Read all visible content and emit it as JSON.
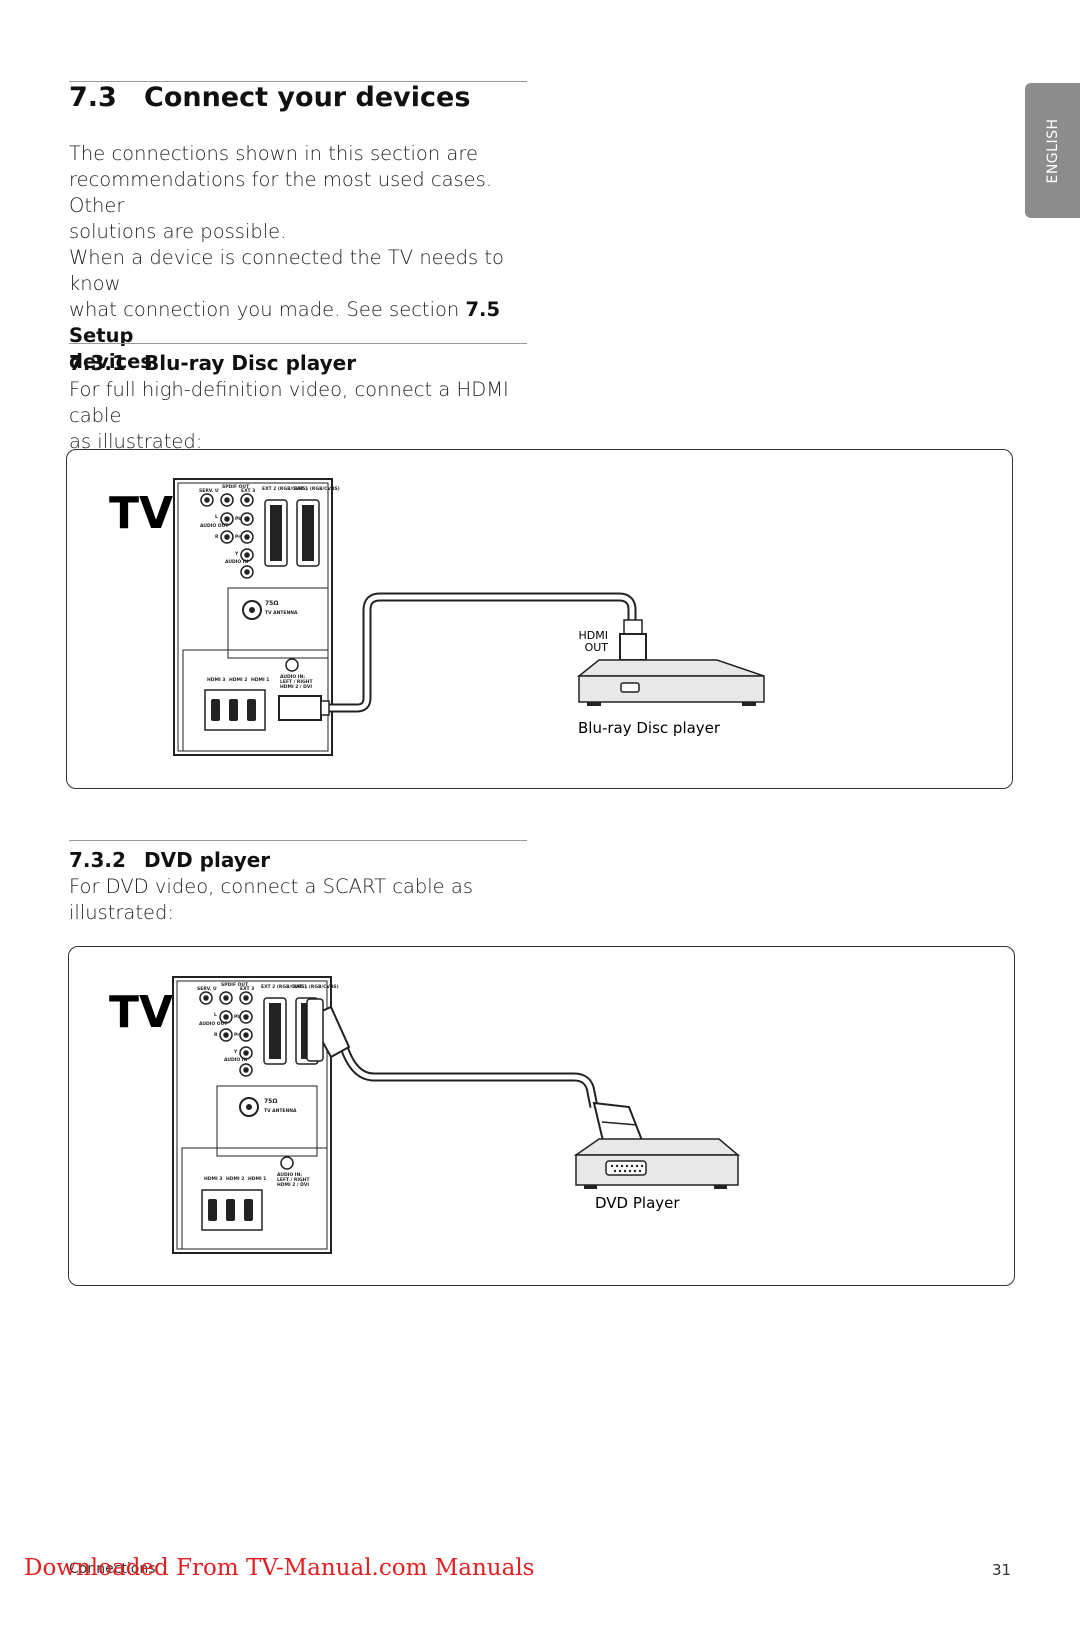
{
  "section": {
    "number": "7.3",
    "title": "Connect your devices"
  },
  "intro": {
    "lines": [
      "The connections shown in this section are",
      "recommendations for the most used cases. Other",
      "solutions are possible."
    ],
    "line4": "When a device is connected the TV needs to know",
    "line5_prefix": "what connection you made. See section ",
    "line5_bold": "7.5 Setup",
    "line6_bold": "devices."
  },
  "subsections": [
    {
      "number": "7.3.1",
      "title": "Blu-ray Disc player",
      "lines": [
        "For full high-definition video, connect a HDMI cable",
        "as illustrated:"
      ],
      "figure": {
        "tv_label": "TV",
        "port_label": "HDMI OUT",
        "port_line1": "HDMI",
        "port_line2": "OUT",
        "device_label": "Blu-ray Disc player"
      }
    },
    {
      "number": "7.3.2",
      "title": "DVD player",
      "lines": [
        "For DVD video, connect a SCART cable as",
        "illustrated:"
      ],
      "figure": {
        "tv_label": "TV",
        "device_label": "DVD Player"
      }
    }
  ],
  "tv_panel": {
    "labels": [
      "SERV. U",
      "SPDIF OUT",
      "EXT 3",
      "EXT 2 (RGB/CVBS)",
      "EXT 1 (RGB/CVBS)",
      "L",
      "AUDIO OUT",
      "R",
      "Pb",
      "Pr",
      "Y",
      "AUDIO IN",
      "75Ω",
      "TV ANTENNA",
      "AUDIO IN:",
      "LEFT / RIGHT",
      "HDMI 2 / DVI",
      "HDMI 3",
      "HDMI 2",
      "HDMI 1"
    ]
  },
  "language_tab": "ENGLISH",
  "footer": {
    "chapter": "Connections",
    "page": "31"
  },
  "watermark": "Downloaded From TV-Manual.com Manuals",
  "colors": {
    "rule": "#999999",
    "tab": "#8c8c8c",
    "watermark": "#e32020",
    "device_fill": "#e8e8e8"
  }
}
